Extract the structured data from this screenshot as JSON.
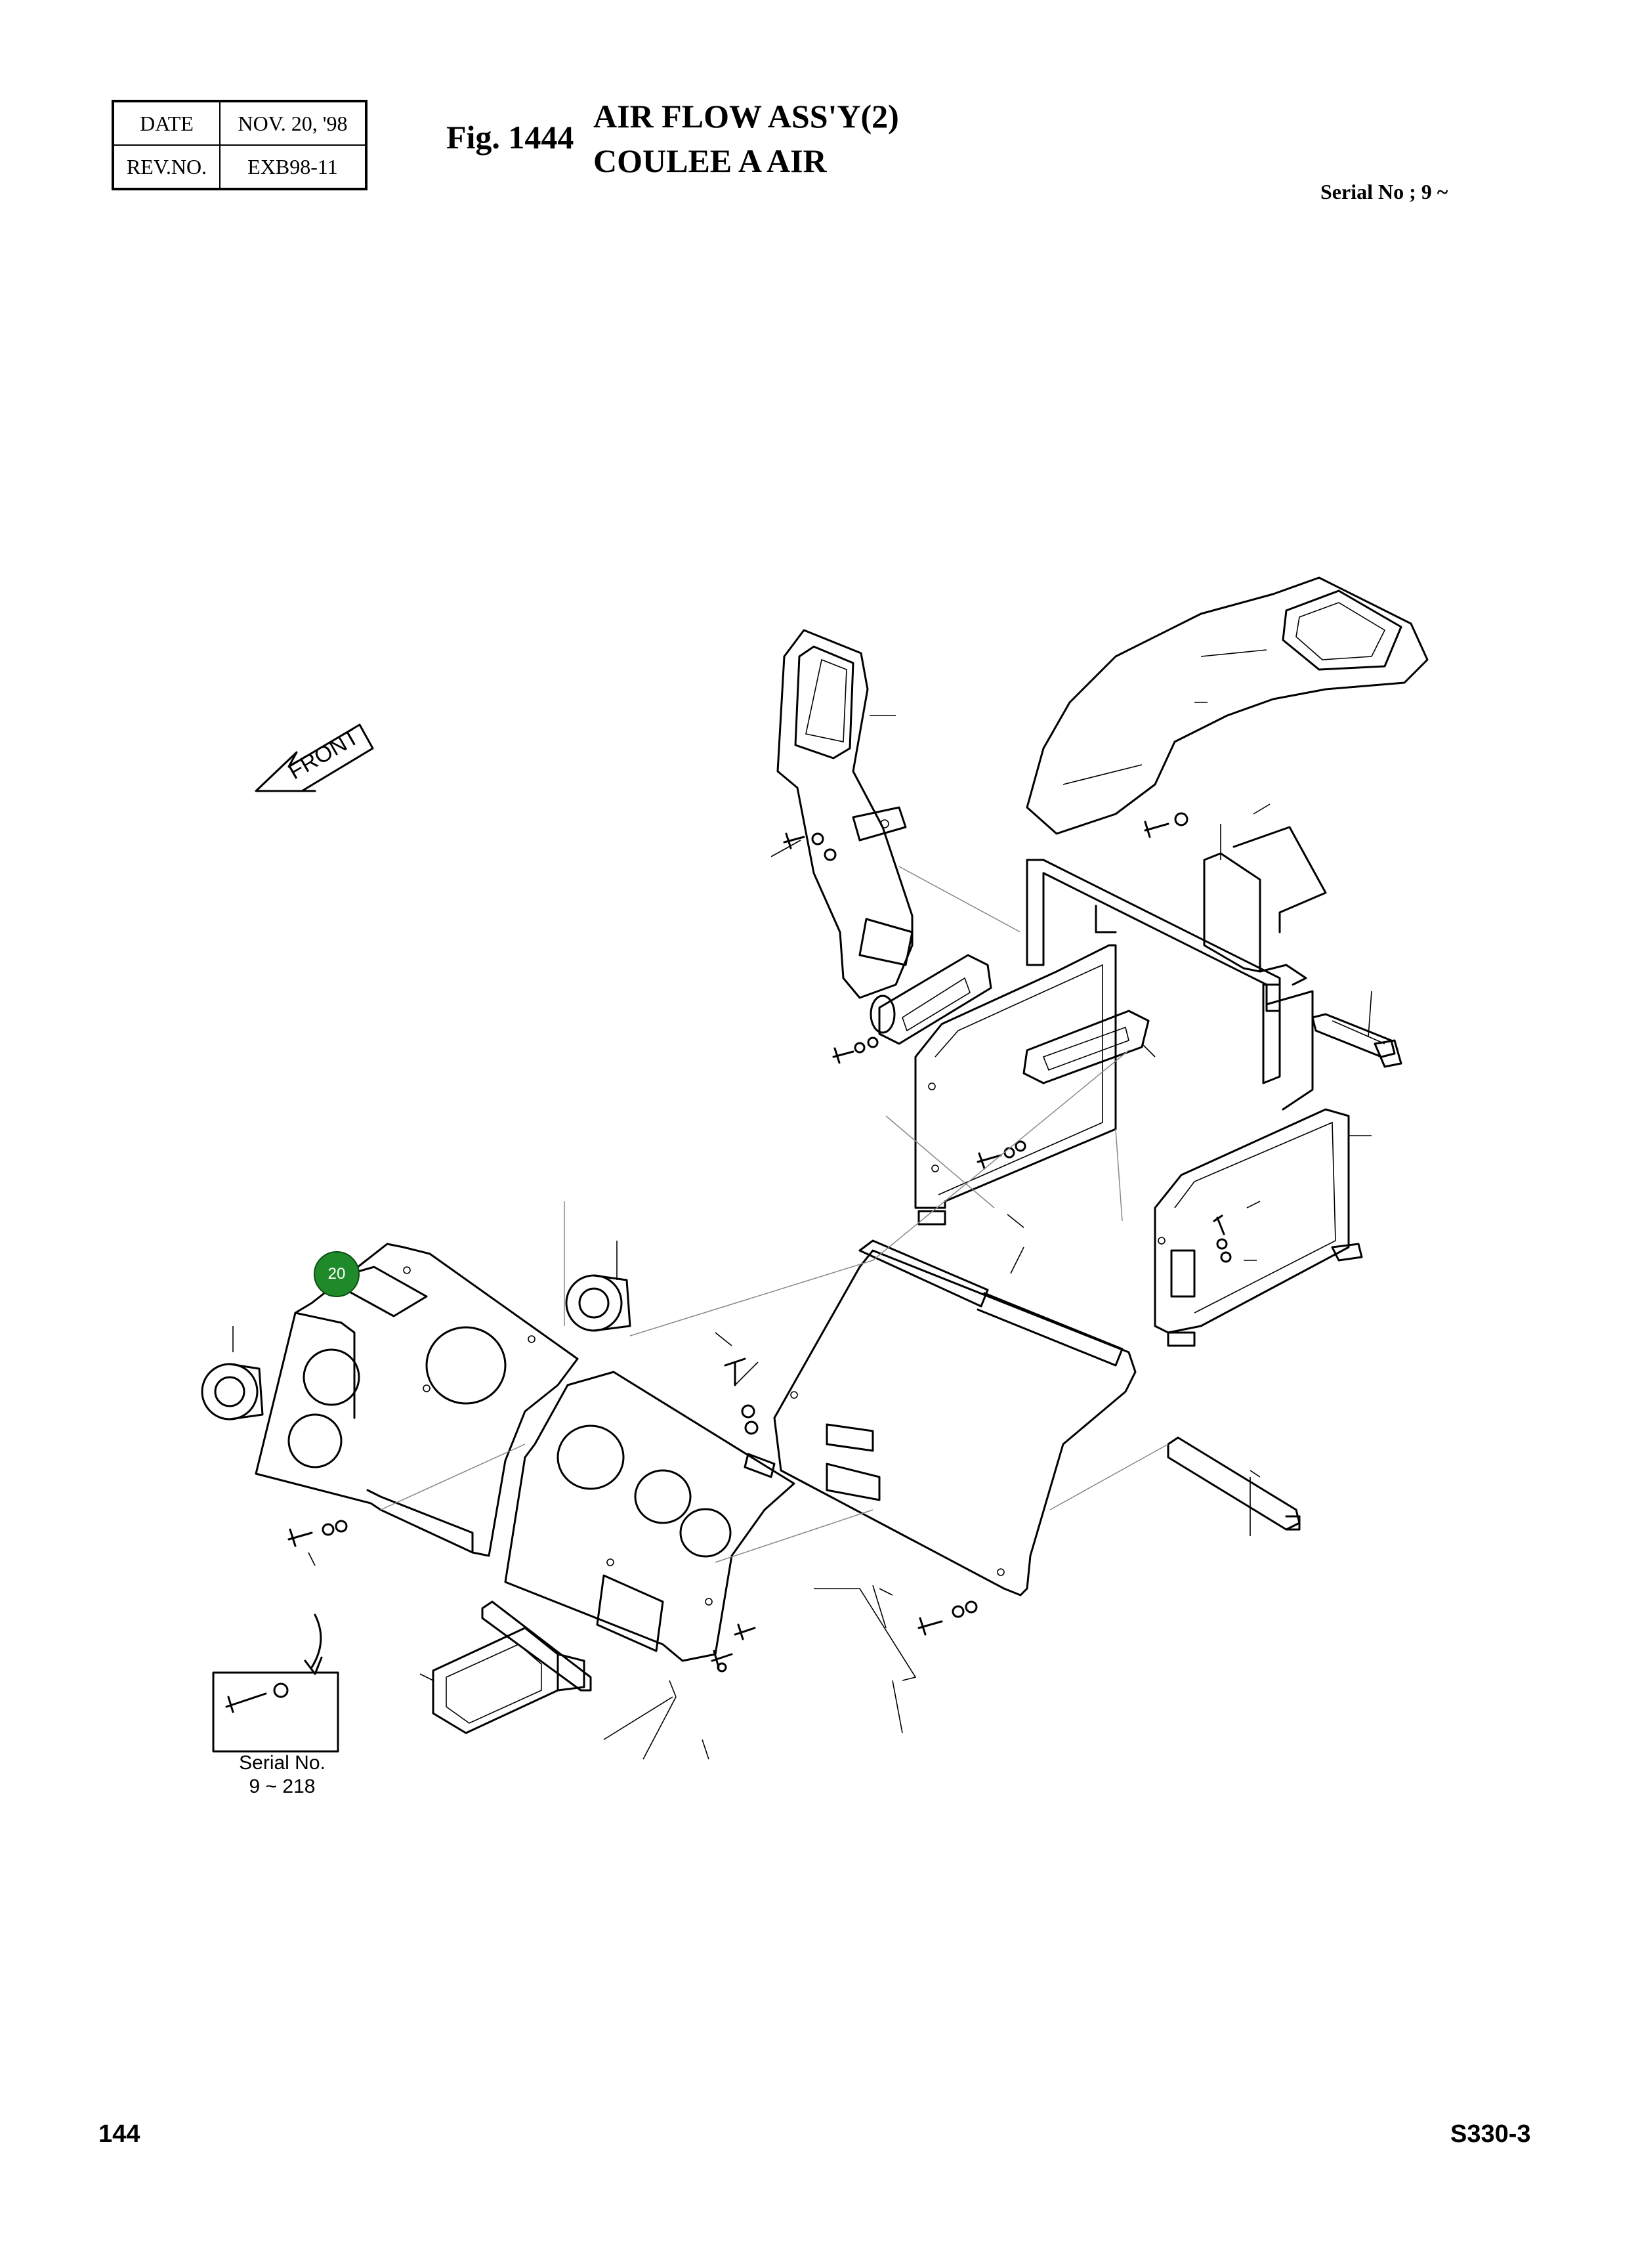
{
  "header": {
    "date_label": "DATE",
    "date_value": "NOV. 20, '98",
    "rev_label": "REV.NO.",
    "rev_value": "EXB98-11",
    "fig_label": "Fig. 1444",
    "title_line1": "AIR FLOW ASS'Y(2)",
    "title_line2": "COULEE A AIR",
    "serial": "Serial No ; 9 ~"
  },
  "drawing": {
    "direction_arrow": "FRONT",
    "callout_number": "20",
    "inset_note_line1": "Serial No.",
    "inset_note_line2": "9 ~ 218"
  },
  "footer": {
    "page_number": "144",
    "model": "S330-3"
  }
}
